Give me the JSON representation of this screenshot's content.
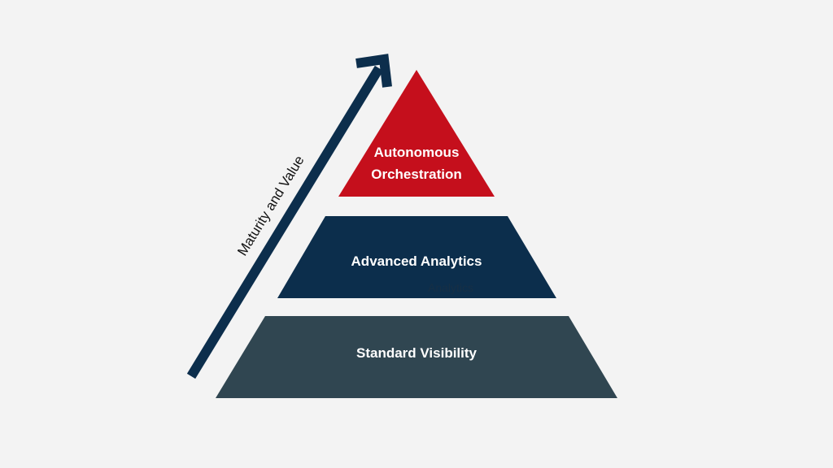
{
  "diagram": {
    "arrow_label": "Maturity and Value",
    "tiers": {
      "top": {
        "line1": "Autonomous",
        "line2": "Orchestration",
        "color": "#c50f1c"
      },
      "middle": {
        "label": "Advanced Analytics",
        "ghost_label": "Analytics",
        "color": "#0c2e4c"
      },
      "bottom": {
        "label": "Standard Visibility",
        "color": "#304651"
      }
    },
    "arrow_color": "#0c2e4c",
    "background": "#f3f3f3"
  }
}
